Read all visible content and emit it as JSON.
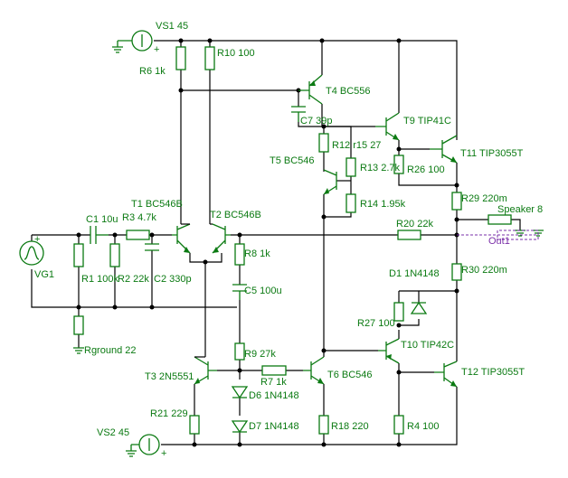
{
  "labels": {
    "vs1": "VS1 45",
    "vs2": "VS2 45",
    "vg1": "VG1",
    "r1": "R1 100k",
    "r2": "R2 22k",
    "r3": "R3 4.7k",
    "c1": "C1 10u",
    "c2": "C2 330p",
    "rground": "Rground 22",
    "t1": "T1 BC546B",
    "t2": "T2 BC546B",
    "r6": "R6 1k",
    "r10": "R10 100",
    "t4": "T4 BC556",
    "c7": "C7 39p",
    "r12": "R12 r15 27",
    "t5": "T5 BC546",
    "r13": "R13 2.7k",
    "r14": "R14 1.95k",
    "t9": "T9 TIP41C",
    "t11": "T11 TIP3055T",
    "r26": "R26 100",
    "r29": "R29 220m",
    "r20": "R20 22k",
    "speaker": "Speaker 8",
    "out1": "Out1",
    "r30": "R30 220m",
    "d1": "D1 1N4148",
    "r27": "R27 100",
    "t10": "T10 TIP42C",
    "t12": "T12 TIP3055T",
    "r8": "R8 1k",
    "c5": "C5 100u",
    "r9": "R9 27k",
    "r7": "R7 1k",
    "t6": "T6 BC546",
    "t3": "T3 2N5551",
    "d6": "D6 1N4148",
    "d7": "D7 1N4148",
    "r21": "R21 229",
    "r18": "R18 220",
    "r4": "R4 100"
  },
  "symbols": {
    "plus": "+",
    "minus": "-"
  }
}
